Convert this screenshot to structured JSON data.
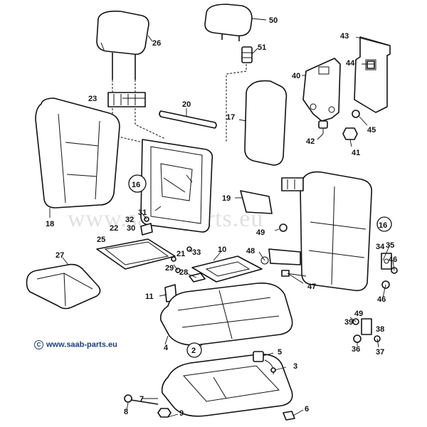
{
  "copyright": {
    "symbol": "C",
    "url": "www.saab-parts.eu"
  },
  "watermark": "www.saab-parts.eu",
  "labels": [
    {
      "id": "l50",
      "text": "50"
    },
    {
      "id": "l51",
      "text": "51"
    },
    {
      "id": "l26",
      "text": "26"
    },
    {
      "id": "l43",
      "text": "43"
    },
    {
      "id": "l44",
      "text": "44"
    },
    {
      "id": "l40",
      "text": "40"
    },
    {
      "id": "l23",
      "text": "23"
    },
    {
      "id": "l20",
      "text": "20"
    },
    {
      "id": "l17",
      "text": "17"
    },
    {
      "id": "l45",
      "text": "45"
    },
    {
      "id": "l42",
      "text": "42"
    },
    {
      "id": "l41",
      "text": "41"
    },
    {
      "id": "l16a",
      "text": "16"
    },
    {
      "id": "l19",
      "text": "19"
    },
    {
      "id": "l18",
      "text": "18"
    },
    {
      "id": "l31",
      "text": "31"
    },
    {
      "id": "l32",
      "text": "32"
    },
    {
      "id": "l22",
      "text": "22"
    },
    {
      "id": "l30",
      "text": "30"
    },
    {
      "id": "l25",
      "text": "25"
    },
    {
      "id": "l49a",
      "text": "49"
    },
    {
      "id": "l16b",
      "text": "16"
    },
    {
      "id": "l35",
      "text": "35"
    },
    {
      "id": "l34",
      "text": "34"
    },
    {
      "id": "l10",
      "text": "10"
    },
    {
      "id": "l21",
      "text": "21"
    },
    {
      "id": "l33",
      "text": "33"
    },
    {
      "id": "l48",
      "text": "48"
    },
    {
      "id": "l46a",
      "text": "46"
    },
    {
      "id": "l27",
      "text": "27"
    },
    {
      "id": "l29",
      "text": "29"
    },
    {
      "id": "l28",
      "text": "28"
    },
    {
      "id": "l47",
      "text": "47"
    },
    {
      "id": "l11",
      "text": "11"
    },
    {
      "id": "l46b",
      "text": "46"
    },
    {
      "id": "l49b",
      "text": "49"
    },
    {
      "id": "l39",
      "text": "39"
    },
    {
      "id": "l38",
      "text": "38"
    },
    {
      "id": "l36",
      "text": "36"
    },
    {
      "id": "l37",
      "text": "37"
    },
    {
      "id": "l4",
      "text": "4"
    },
    {
      "id": "l2",
      "text": "2"
    },
    {
      "id": "l5",
      "text": "5"
    },
    {
      "id": "l3",
      "text": "3"
    },
    {
      "id": "l7",
      "text": "7"
    },
    {
      "id": "l8",
      "text": "8"
    },
    {
      "id": "l9",
      "text": "9"
    },
    {
      "id": "l6",
      "text": "6"
    }
  ]
}
